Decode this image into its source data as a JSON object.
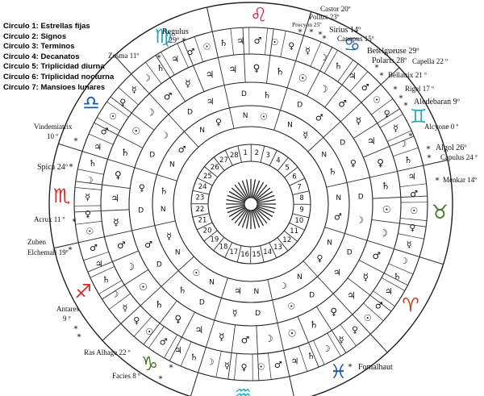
{
  "legend": [
    "Circulo 1: Estrellas fijas",
    "Circulo 2: Signos",
    "Circulo 3: Terminos",
    "Circulo 4: Decanatos",
    "Circulo 5: Triplicidad diurna",
    "Circulo 6: Triplicidad nocturna",
    "Circulo 7: Mansioes lunares"
  ],
  "stars": [
    {
      "id": "castor",
      "label": "Castor 20º"
    },
    {
      "id": "pollux",
      "label": "Pollux 23º"
    },
    {
      "id": "procyon",
      "label": "Procyon 25º"
    },
    {
      "id": "sirius",
      "label": "Sirius 14º"
    },
    {
      "id": "canopus",
      "label": "Canopus 15º"
    },
    {
      "id": "regulus",
      "label": "Regulus"
    },
    {
      "id": "regulus-deg",
      "label": "29º"
    },
    {
      "id": "zosma",
      "label": "Zosma 11º"
    },
    {
      "id": "betelgeuse",
      "label": "Betelgueuse 29º"
    },
    {
      "id": "polaris",
      "label": "Polaris 28º"
    },
    {
      "id": "capella",
      "label": "Capella 22 º"
    },
    {
      "id": "bellatrix",
      "label": "Bellatrix 21 º"
    },
    {
      "id": "rigel",
      "label": "Rigel 17 º"
    },
    {
      "id": "aldebaran",
      "label": "Aledebaran 9º"
    },
    {
      "id": "vindemiatrix",
      "label": "Vindemiatrix"
    },
    {
      "id": "vindemiatrix-deg",
      "label": "10 º"
    },
    {
      "id": "alcyone",
      "label": "Alcyone 0 º"
    },
    {
      "id": "spica",
      "label": "Spica 24º"
    },
    {
      "id": "algol",
      "label": "Algol 26º"
    },
    {
      "id": "capulus",
      "label": "Capulus 24 º"
    },
    {
      "id": "menkar",
      "label": "Menkar 14º"
    },
    {
      "id": "acrux",
      "label": "Acrux 11 º"
    },
    {
      "id": "zuben",
      "label": "Zuben"
    },
    {
      "id": "zuben2",
      "label": "Elchemali 19º"
    },
    {
      "id": "antares",
      "label": "Antares"
    },
    {
      "id": "antares-deg",
      "label": "9 º"
    },
    {
      "id": "rasalhage",
      "label": "Ras Alhage 22 º"
    },
    {
      "id": "facies",
      "label": "Facies 8 º"
    },
    {
      "id": "fomalhaut",
      "label": "Fomalhaut"
    }
  ],
  "zodiac": [
    "Leo",
    "Cancer",
    "Gemini",
    "Taurus",
    "Aries",
    "Pisces",
    "Aquarius",
    "Capricorn",
    "Sagittarius",
    "Scorpio",
    "Libra",
    "Virgo"
  ],
  "zodiac_colors": [
    "#d1284a",
    "#2563b0",
    "#28a9b4",
    "#3f7a30",
    "#c8421e",
    "#1e5aa8",
    "#28b2c4",
    "#4c7a2a",
    "#d62b2b",
    "#d62b2b",
    "#1a56b0",
    "#2e9fb8"
  ],
  "planet_glyphs": [
    "♄",
    "♃",
    "♂",
    "☉",
    "♀",
    "☿",
    "☽"
  ],
  "day_night": [
    "D",
    "N"
  ],
  "mansions": [
    "1",
    "2",
    "3",
    "4",
    "5",
    "6",
    "7",
    "8",
    "9",
    "10",
    "11",
    "12",
    "13",
    "14",
    "15",
    "16",
    "17",
    "18",
    "19",
    "20",
    "21",
    "22",
    "23",
    "24",
    "25",
    "26",
    "27",
    "28"
  ],
  "center_symbol": "sunburst"
}
